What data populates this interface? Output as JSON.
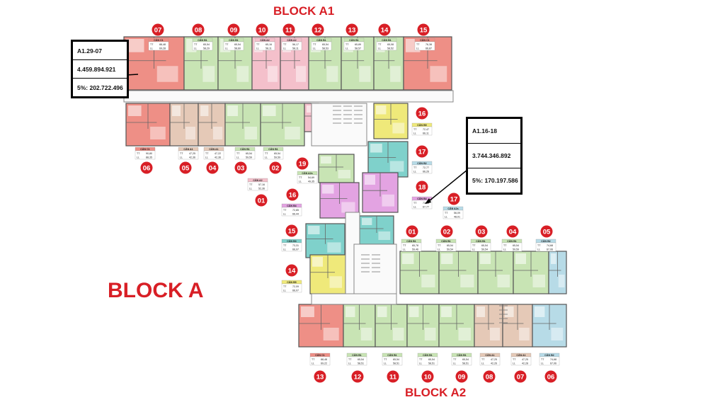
{
  "titles": {
    "block_a1": "BLOCK A1",
    "block_a": "BLOCK A",
    "block_a2": "BLOCK A2"
  },
  "info_boxes": [
    {
      "code": "A1.29-07",
      "price": "4.459.894.921",
      "deposit": "5%: 202.722.496"
    },
    {
      "code": "A1.16-18",
      "price": "3.744.346.892",
      "deposit": "5%: 170.197.586"
    }
  ],
  "colors": {
    "red": "#d81f26",
    "c1": "#ee8f86",
    "b1": "#c8e4b4",
    "a1": "#e5c9b7",
    "a2": "#f4c0cb",
    "b2": "#b7dbe7",
    "b3": "#7fd1cb",
    "b4": "#e3a3e2",
    "b5": "#efe97a"
  },
  "units": [
    {
      "num": "07",
      "type": "CĂN C1",
      "tt": "88,48",
      "ll": "69,28",
      "color": "c1"
    },
    {
      "num": "08",
      "type": "CĂN B1",
      "tt": "65,54",
      "ll": "58,29",
      "color": "b1"
    },
    {
      "num": "09",
      "type": "CĂN B1",
      "tt": "65,54",
      "ll": "58,60",
      "color": "b1"
    },
    {
      "num": "10",
      "type": "CĂN A2",
      "tt": "65,16",
      "ll": "58,11",
      "color": "a2"
    },
    {
      "num": "11",
      "type": "CĂN A2",
      "tt": "56,17",
      "ll": "58,11",
      "color": "a2"
    },
    {
      "num": "12",
      "type": "CĂN B1",
      "tt": "65,54",
      "ll": "58,53",
      "color": "b1"
    },
    {
      "num": "13",
      "type": "CĂN B1",
      "tt": "65,89",
      "ll": "58,57",
      "color": "b1"
    },
    {
      "num": "14",
      "type": "CĂN B1",
      "tt": "65,08",
      "ll": "58,52",
      "color": "b1"
    },
    {
      "num": "15",
      "type": "CĂN C1",
      "tt": "76,38",
      "ll": "66,87",
      "color": "c1"
    },
    {
      "num": "06",
      "type": "CĂN C1",
      "tt": "90,80",
      "ll": "88,35",
      "color": "c1"
    },
    {
      "num": "05",
      "type": "CĂN A1",
      "tt": "47,25",
      "ll": "42,36",
      "color": "a1"
    },
    {
      "num": "04",
      "type": "CĂN A1",
      "tt": "47,22",
      "ll": "42,36",
      "color": "a1"
    },
    {
      "num": "03",
      "type": "CĂN B1",
      "tt": "65,54",
      "ll": "59,59",
      "color": "b1"
    },
    {
      "num": "02",
      "type": "CĂN B1",
      "tt": "65,54",
      "ll": "59,59",
      "color": "b1"
    },
    {
      "num": "01",
      "type": "CĂN A2",
      "tt": "57,16",
      "ll": "52,36",
      "color": "a2"
    },
    {
      "num": "16",
      "type": "CĂN B5",
      "tt": "72,47",
      "ll": "66,11",
      "color": "b5"
    },
    {
      "num": "17",
      "type": "CĂN B2",
      "tt": "72,77",
      "ll": "66,26",
      "color": "b2"
    },
    {
      "num": "18",
      "type": "CĂN B4",
      "tt": "73,85",
      "ll": "67,77",
      "color": "b4"
    },
    {
      "num": "19",
      "type": "CĂN A2s",
      "tt": "54,69",
      "ll": "49,35",
      "color": "b1"
    },
    {
      "num": "16",
      "type": "CĂN B4",
      "tt": "72,85",
      "ll": "66,44",
      "color": "b4"
    },
    {
      "num": "17",
      "type": "CĂN A2s",
      "tt": "56,09",
      "ll": "48,01",
      "color": "b2"
    },
    {
      "num": "15",
      "type": "CĂN B3",
      "tt": "73,31",
      "ll": "66,97",
      "color": "b3"
    },
    {
      "num": "14",
      "type": "CĂN B5",
      "tt": "72,09",
      "ll": "66,07",
      "color": "b5"
    },
    {
      "num": "01",
      "type": "CĂN B1",
      "tt": "65,78",
      "ll": "59,46",
      "color": "b1"
    },
    {
      "num": "02",
      "type": "CĂN B1",
      "tt": "65,54",
      "ll": "59,54",
      "color": "b1"
    },
    {
      "num": "03",
      "type": "CĂN B1",
      "tt": "65,54",
      "ll": "59,54",
      "color": "b1"
    },
    {
      "num": "04",
      "type": "CĂN B1",
      "tt": "65,54",
      "ll": "59,59",
      "color": "b1"
    },
    {
      "num": "05",
      "type": "CĂN B2",
      "tt": "74,68",
      "ll": "67,06",
      "color": "b2"
    },
    {
      "num": "13",
      "type": "CĂN C1",
      "tt": "88,48",
      "ll": "69,22",
      "color": "c1"
    },
    {
      "num": "12",
      "type": "CĂN B1",
      "tt": "65,54",
      "ll": "58,51",
      "color": "b1"
    },
    {
      "num": "11",
      "type": "CĂN B1",
      "tt": "65,54",
      "ll": "58,51",
      "color": "b1"
    },
    {
      "num": "10",
      "type": "CĂN B1",
      "tt": "65,54",
      "ll": "58,51",
      "color": "b1"
    },
    {
      "num": "09",
      "type": "CĂN B1",
      "tt": "65,54",
      "ll": "58,51",
      "color": "b1"
    },
    {
      "num": "08",
      "type": "CĂN A1",
      "tt": "47,25",
      "ll": "42,26",
      "color": "a1"
    },
    {
      "num": "07",
      "type": "CĂN A1",
      "tt": "47,25",
      "ll": "42,28",
      "color": "a1"
    },
    {
      "num": "06",
      "type": "CĂN B2",
      "tt": "74,68",
      "ll": "67,06",
      "color": "b2"
    }
  ]
}
